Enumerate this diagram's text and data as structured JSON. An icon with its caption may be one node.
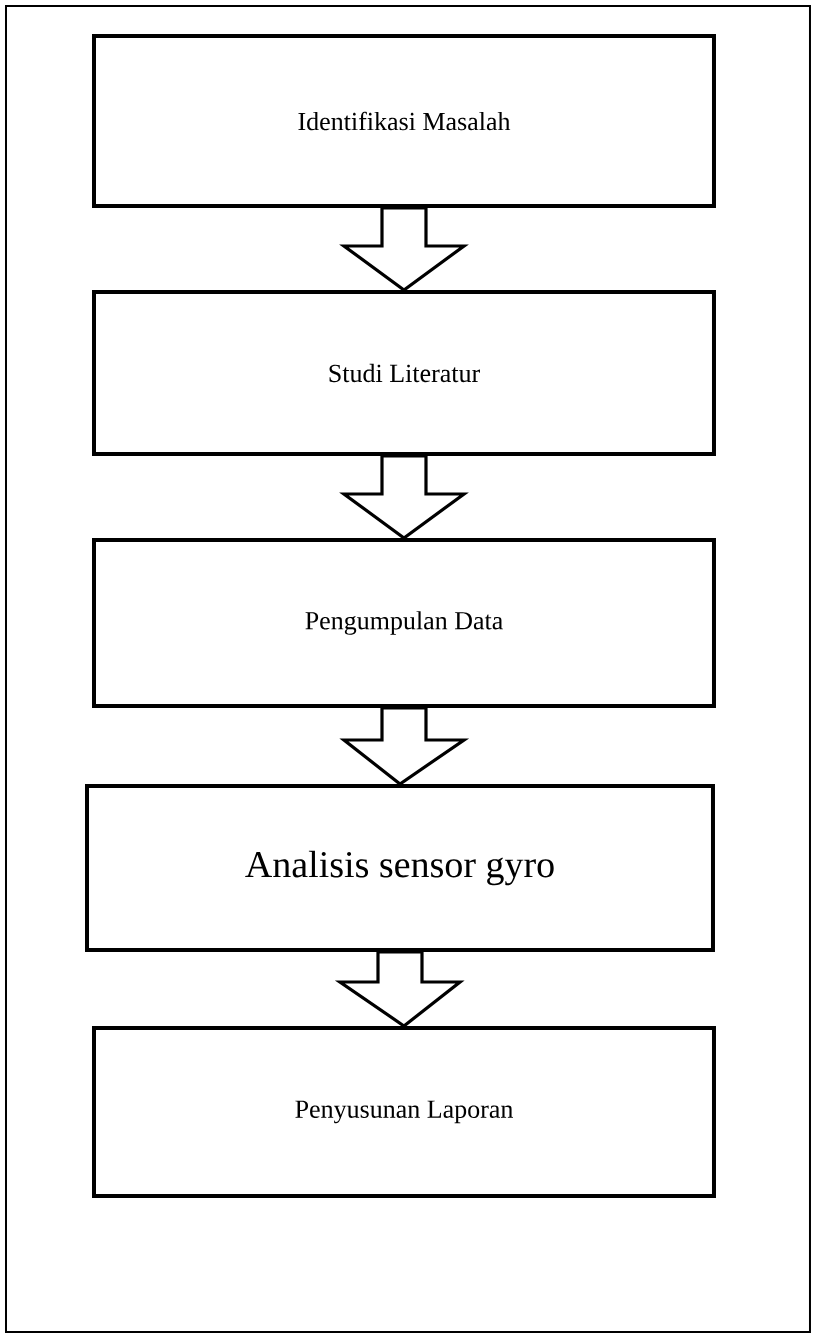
{
  "diagram": {
    "nodes": [
      {
        "text": [
          "Identifikasi Masalah"
        ]
      },
      {
        "text": [
          "Studi Literatur"
        ]
      },
      {
        "text": [
          "Pengumpulan Data"
        ]
      },
      {
        "text": [
          "Analisis sensor gyro"
        ]
      },
      {
        "text": [
          "Penyusunan Laporan"
        ]
      }
    ],
    "edges": [
      {
        "from": 0,
        "to": 1,
        "arrow": "to"
      },
      {
        "from": 1,
        "to": 2,
        "arrow": "to"
      },
      {
        "from": 2,
        "to": 3,
        "arrow": "to"
      },
      {
        "from": 3,
        "to": 4,
        "arrow": "to"
      }
    ]
  }
}
